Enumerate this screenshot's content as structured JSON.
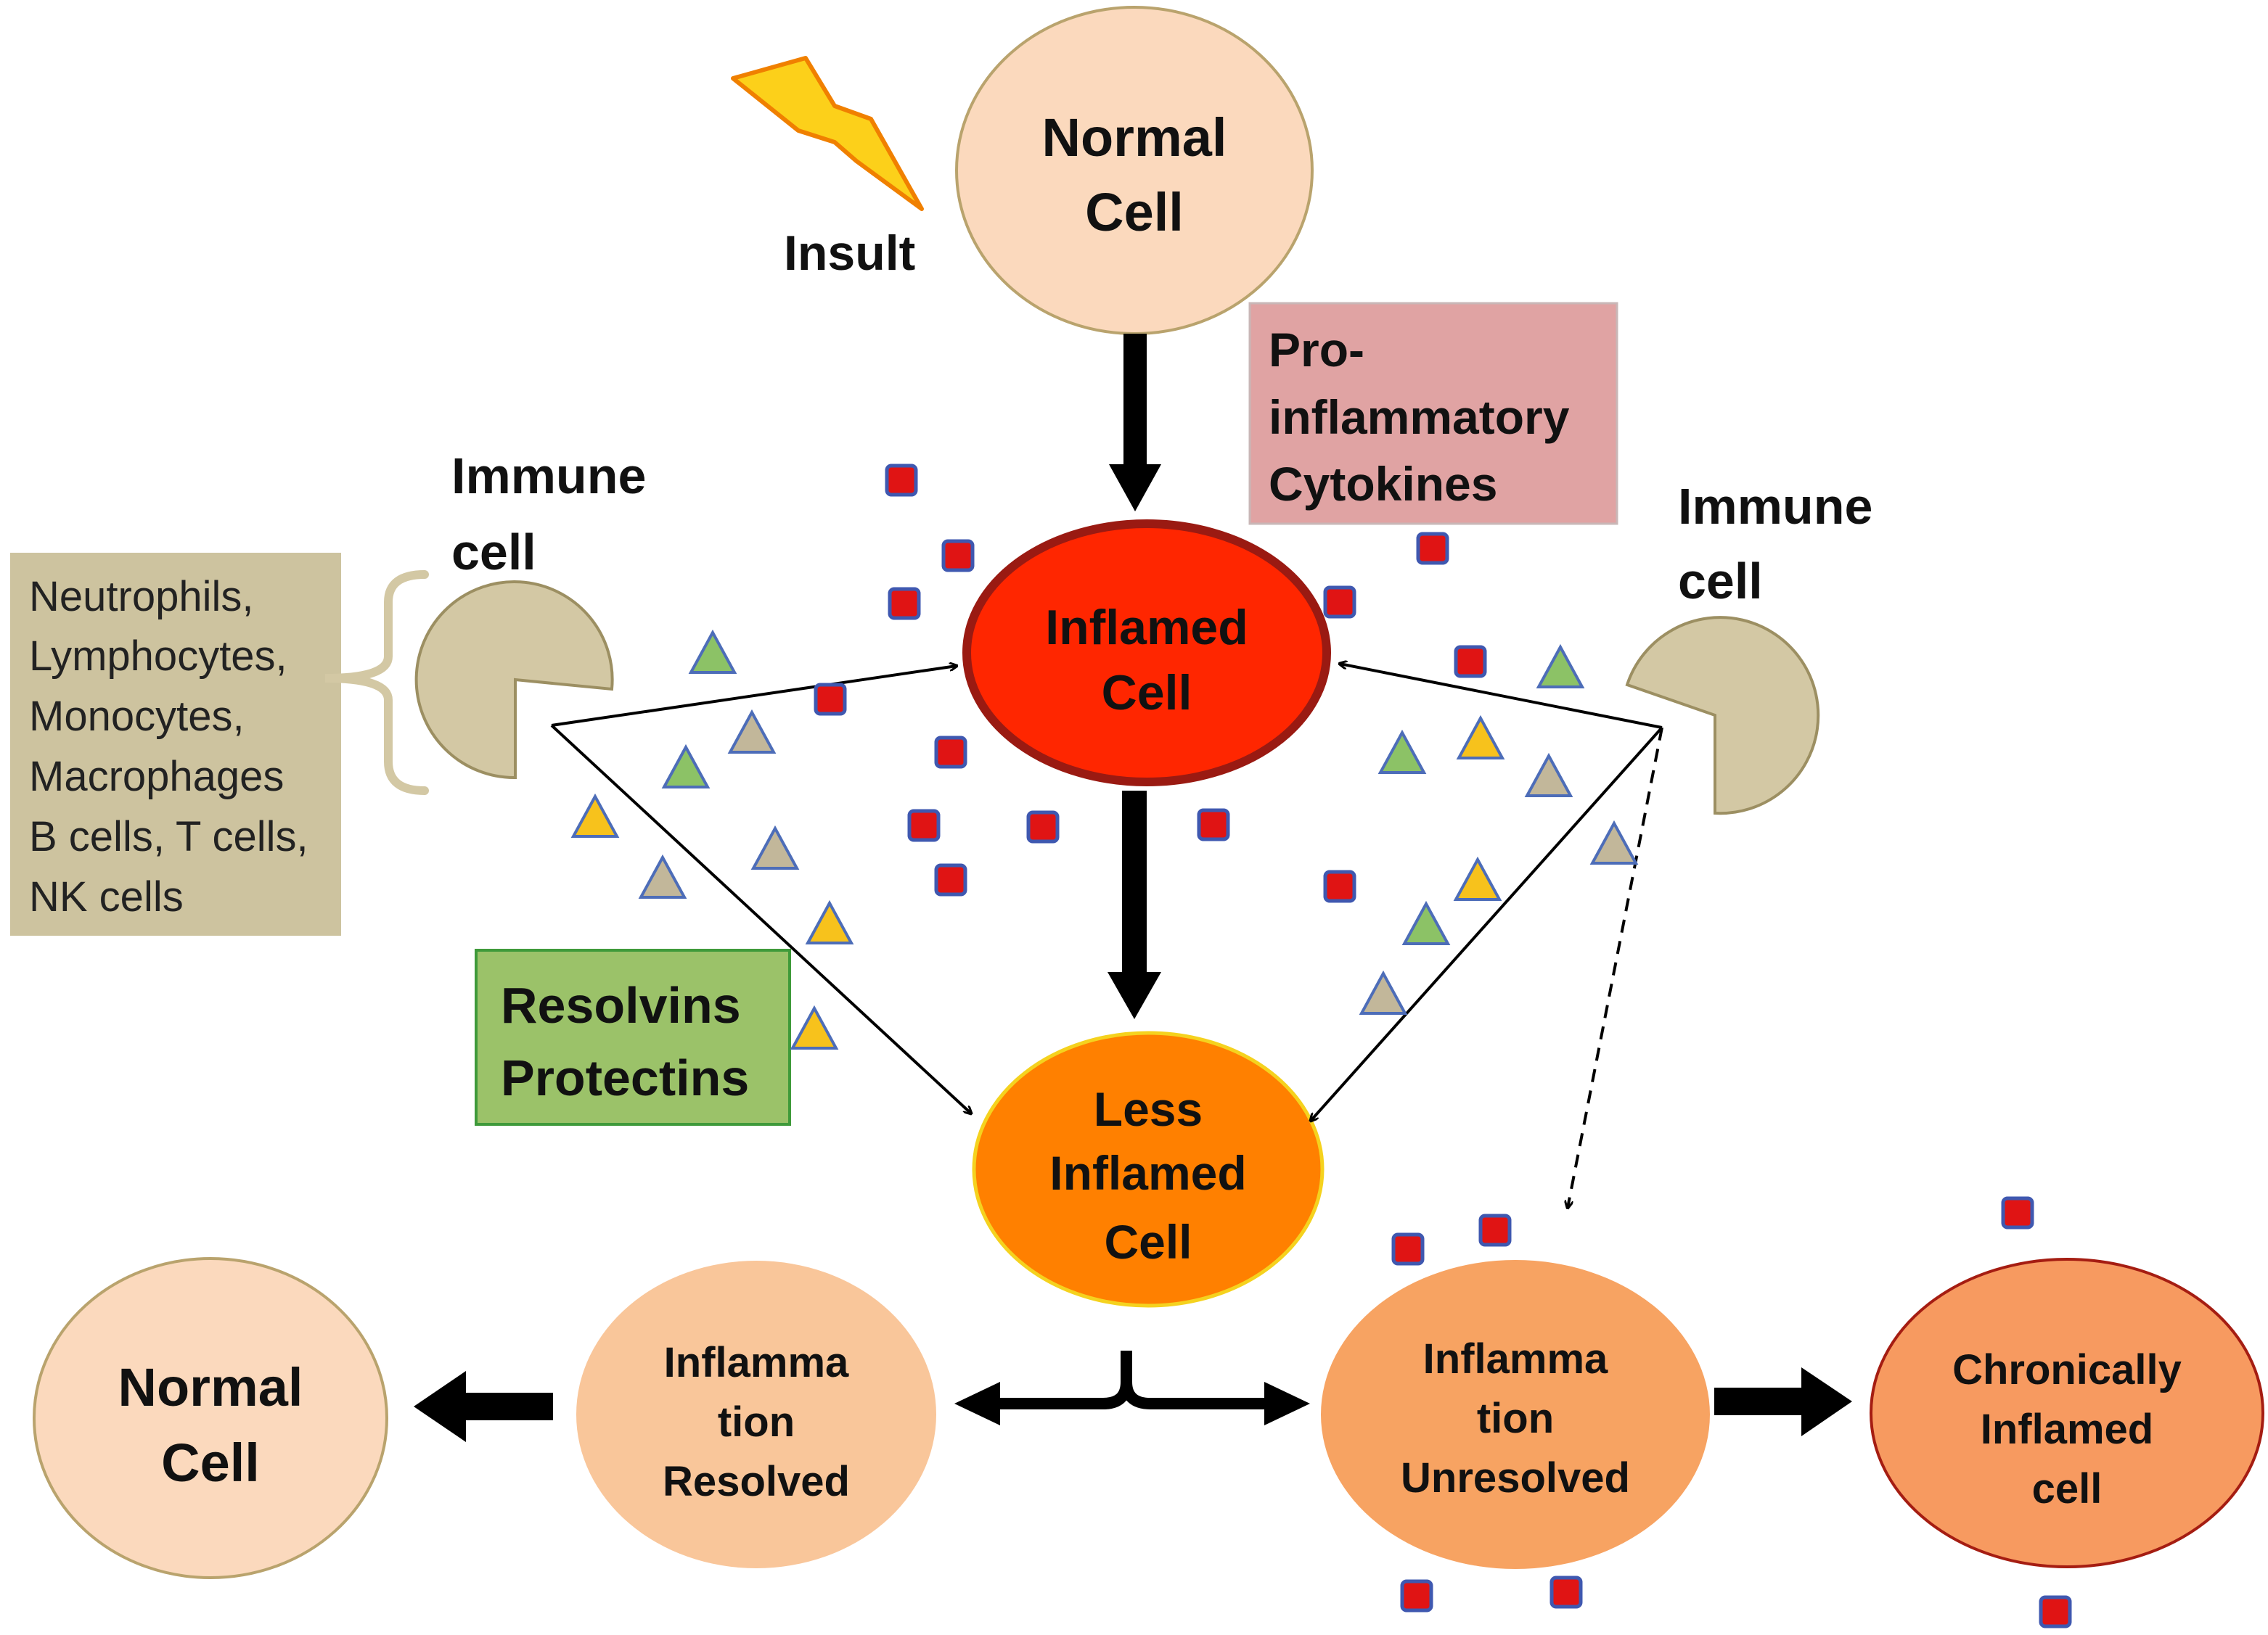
{
  "colors": {
    "normal_cell": "#fbd9bd",
    "inflamed_cell": "#ff2600",
    "inflamed_ring": "#9a1a12",
    "less_inflamed": "#ff8000",
    "less_inflamed_ring": "#f5d21e",
    "resolved": "#f9c69a",
    "unresolved": "#f7a362",
    "chronic": "#f79a60",
    "chronic_ring": "#a51d12",
    "immune_cell": "#d3c8a4",
    "cell_types_box": "#cdc39f",
    "cytokine_box": "#e0a3a3",
    "resolvin_box": "#9bc269",
    "cytokine_square": "#e01414",
    "square_border": "#3f58b0"
  },
  "insult": {
    "label": "Insult",
    "icon": "lightning-bolt-icon"
  },
  "top_normal_cell": {
    "line1": "Normal",
    "line2": "Cell"
  },
  "inflamed_cell": {
    "line1": "Inflamed",
    "line2": "Cell"
  },
  "less_inflamed_cell": {
    "line1": "Less",
    "line2": "Inflamed",
    "line3": "Cell"
  },
  "cytokines_box": {
    "line1": "Pro-",
    "line2": "inflammatory",
    "line3": "Cytokines"
  },
  "immune_cell_left": {
    "line1": "Immune",
    "line2": "cell"
  },
  "immune_cell_right": {
    "line1": "Immune",
    "line2": "cell"
  },
  "cell_types": {
    "items": [
      "Neutrophils,",
      "Lymphocytes,",
      "Monocytes,",
      "Macrophages",
      "B cells, T cells,",
      "NK cells"
    ]
  },
  "resolvins_box": {
    "line1": "Resolvins",
    "line2": "Protectins"
  },
  "bottom": {
    "normal_cell": {
      "line1": "Normal",
      "line2": "Cell"
    },
    "resolved": {
      "line1": "Inflamma",
      "line2": "tion",
      "line3": "Resolved"
    },
    "unresolved": {
      "line1": "Inflamma",
      "line2": "tion",
      "line3": "Unresolved"
    },
    "chronic": {
      "line1": "Chronically",
      "line2": "Inflamed",
      "line3": "cell"
    }
  }
}
